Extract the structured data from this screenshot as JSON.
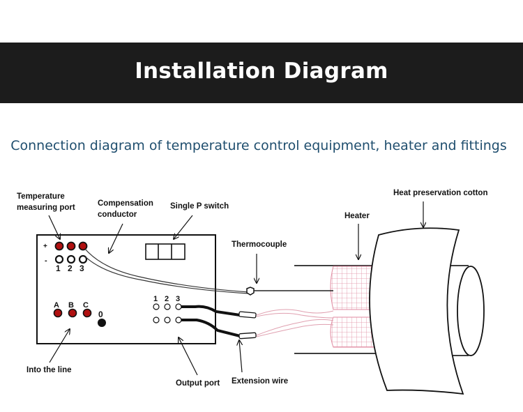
{
  "header": {
    "title": "Installation Diagram"
  },
  "subtitle": "Connection diagram of temperature control equipment, heater and fittings",
  "labels": {
    "temp_port_line1": "Temperature",
    "temp_port_line2": "measuring port",
    "comp_line1": "Compensation",
    "comp_line2": "conductor",
    "switch": "Single P switch",
    "thermocouple": "Thermocouple",
    "heater": "Heater",
    "cotton": "Heat preservation cotton",
    "into_line": "Into the line",
    "output_port": "Output port",
    "extension_wire": "Extension wire"
  },
  "controller": {
    "plus": "+",
    "minus": "-",
    "port_numbers": [
      "1",
      "2",
      "3"
    ],
    "phases": [
      "A",
      "B",
      "C"
    ],
    "zero": "0",
    "output_numbers": [
      "1",
      "2",
      "3"
    ]
  },
  "colors": {
    "banner": "#1c1c1c",
    "subtitle": "#1f4e6e",
    "terminal_red": "#b01010",
    "wire_pink": "#e0a0b0",
    "mesh": "#e08aa0"
  }
}
